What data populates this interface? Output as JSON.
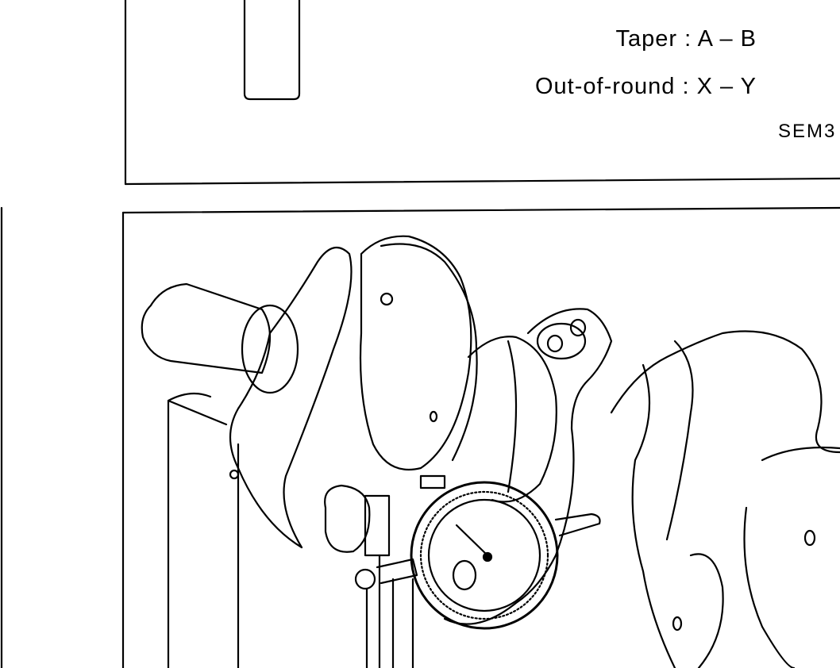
{
  "top_figure": {
    "taper_label": "Taper :  A – B",
    "out_of_round_label": "Out-of-round :  X – Y",
    "figure_code": "SEM3"
  },
  "bottom_figure": {
    "subject": "crankshaft-with-dial-indicator"
  }
}
